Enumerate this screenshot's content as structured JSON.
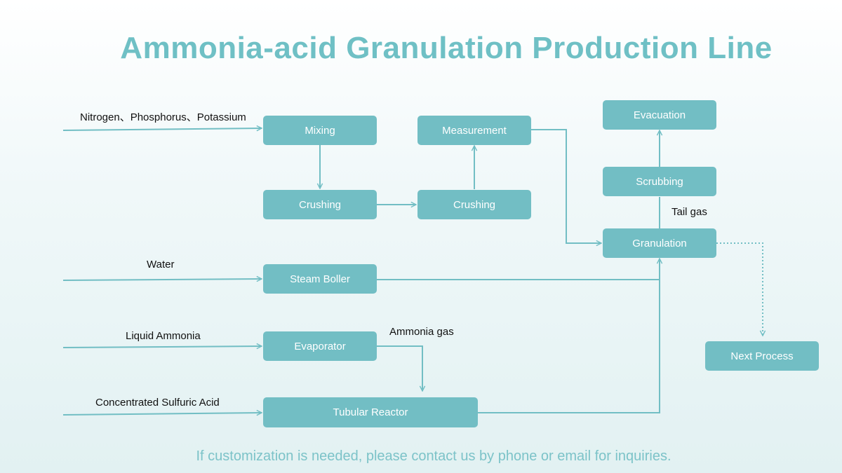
{
  "title": "Ammonia-acid Granulation Production Line",
  "footer": "If customization is needed, please contact us by phone or email for inquiries.",
  "colors": {
    "accent": "#72bec4",
    "title": "#6fc0c5",
    "line": "#72bec4"
  },
  "inputs": {
    "npk": "Nitrogen、Phosphorus、Potassium",
    "water": "Water",
    "liquid_ammonia": "Liquid Ammonia",
    "sulfuric_acid": "Concentrated Sulfuric Acid"
  },
  "annotations": {
    "ammonia_gas": "Ammonia gas",
    "tail_gas": "Tail gas"
  },
  "nodes": {
    "mixing": "Mixing",
    "crushing_1": "Crushing",
    "crushing_2": "Crushing",
    "measurement": "Measurement",
    "steam_boiler": "Steam Boller",
    "evaporator": "Evaporator",
    "tubular_reactor": "Tubular Reactor",
    "granulation": "Granulation",
    "scrubbing": "Scrubbing",
    "evacuation": "Evacuation",
    "next_process": "Next Process"
  }
}
